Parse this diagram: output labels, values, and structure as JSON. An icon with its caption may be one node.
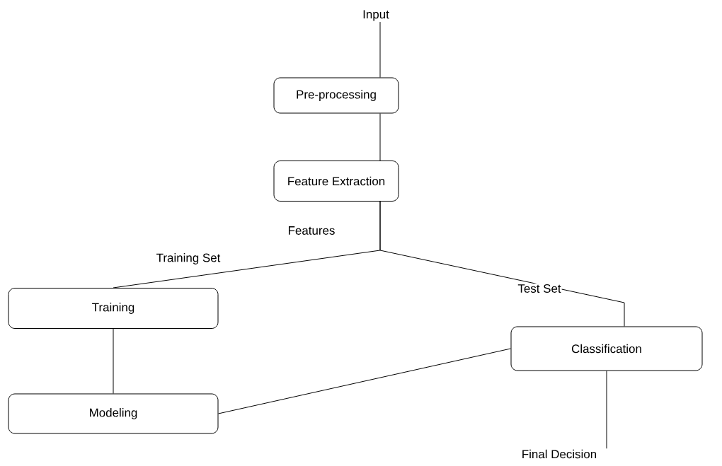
{
  "diagram": {
    "nodes": [
      {
        "text": [
          "Input"
        ]
      },
      {
        "text": [
          "Pre-processing"
        ]
      },
      {
        "text": [
          "Feature Extraction"
        ]
      },
      {
        "text": [
          "Training"
        ]
      },
      {
        "text": [
          "Modeling"
        ]
      },
      {
        "text": [
          "Classification"
        ]
      },
      {
        "text": [
          "Final Decision"
        ]
      }
    ],
    "edges": [
      {
        "from": 0,
        "to": 1,
        "arrow": "none"
      },
      {
        "from": 1,
        "to": 2,
        "arrow": "none"
      },
      {
        "from": 2,
        "to": 3,
        "arrow": "none",
        "label": "Training Set"
      },
      {
        "from": 2,
        "to": 5,
        "arrow": "none",
        "label": "Test Set"
      },
      {
        "from": 3,
        "to": 4,
        "arrow": "none"
      },
      {
        "from": 4,
        "to": 5,
        "arrow": "none"
      },
      {
        "from": 5,
        "to": 6,
        "arrow": "none"
      }
    ],
    "labels": [
      "Features"
    ]
  }
}
